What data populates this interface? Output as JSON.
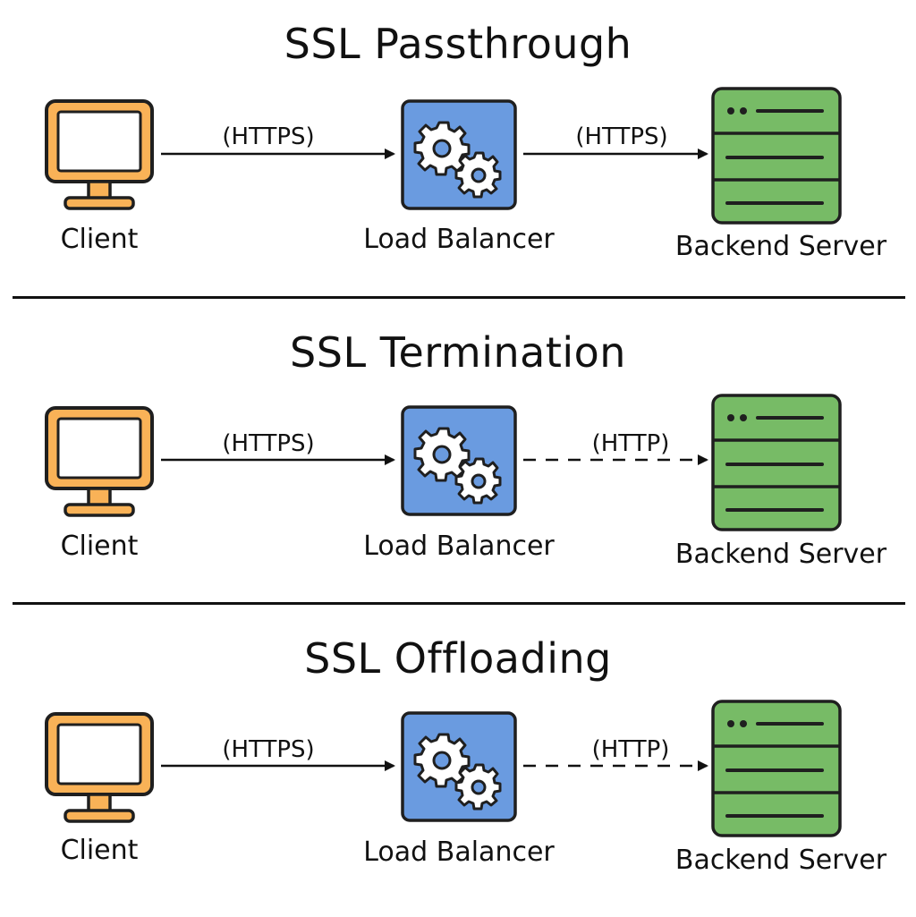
{
  "sections": [
    {
      "title": "SSL Passthrough",
      "nodes": {
        "client": "Client",
        "balancer": "Load Balancer",
        "server": "Backend Server"
      },
      "links": [
        {
          "label": "(HTTPS)",
          "style": "solid"
        },
        {
          "label": "(HTTPS)",
          "style": "solid"
        }
      ]
    },
    {
      "title": "SSL Termination",
      "nodes": {
        "client": "Client",
        "balancer": "Load Balancer",
        "server": "Backend Server"
      },
      "links": [
        {
          "label": "(HTTPS)",
          "style": "solid"
        },
        {
          "label": "(HTTP)",
          "style": "dashed"
        }
      ]
    },
    {
      "title": "SSL Offloading",
      "nodes": {
        "client": "Client",
        "balancer": "Load Balancer",
        "server": "Backend Server"
      },
      "links": [
        {
          "label": "(HTTPS)",
          "style": "solid"
        },
        {
          "label": "(HTTP)",
          "style": "dashed"
        }
      ]
    }
  ],
  "colors": {
    "monitor_fill": "#f9b257",
    "monitor_stroke": "#1f1f1f",
    "balancer_fill": "#6a9be0",
    "server_fill": "#77bb66",
    "line": "#111111"
  },
  "icons": {
    "client": "monitor-icon",
    "balancer": "gears-icon",
    "server": "server-rack-icon"
  }
}
